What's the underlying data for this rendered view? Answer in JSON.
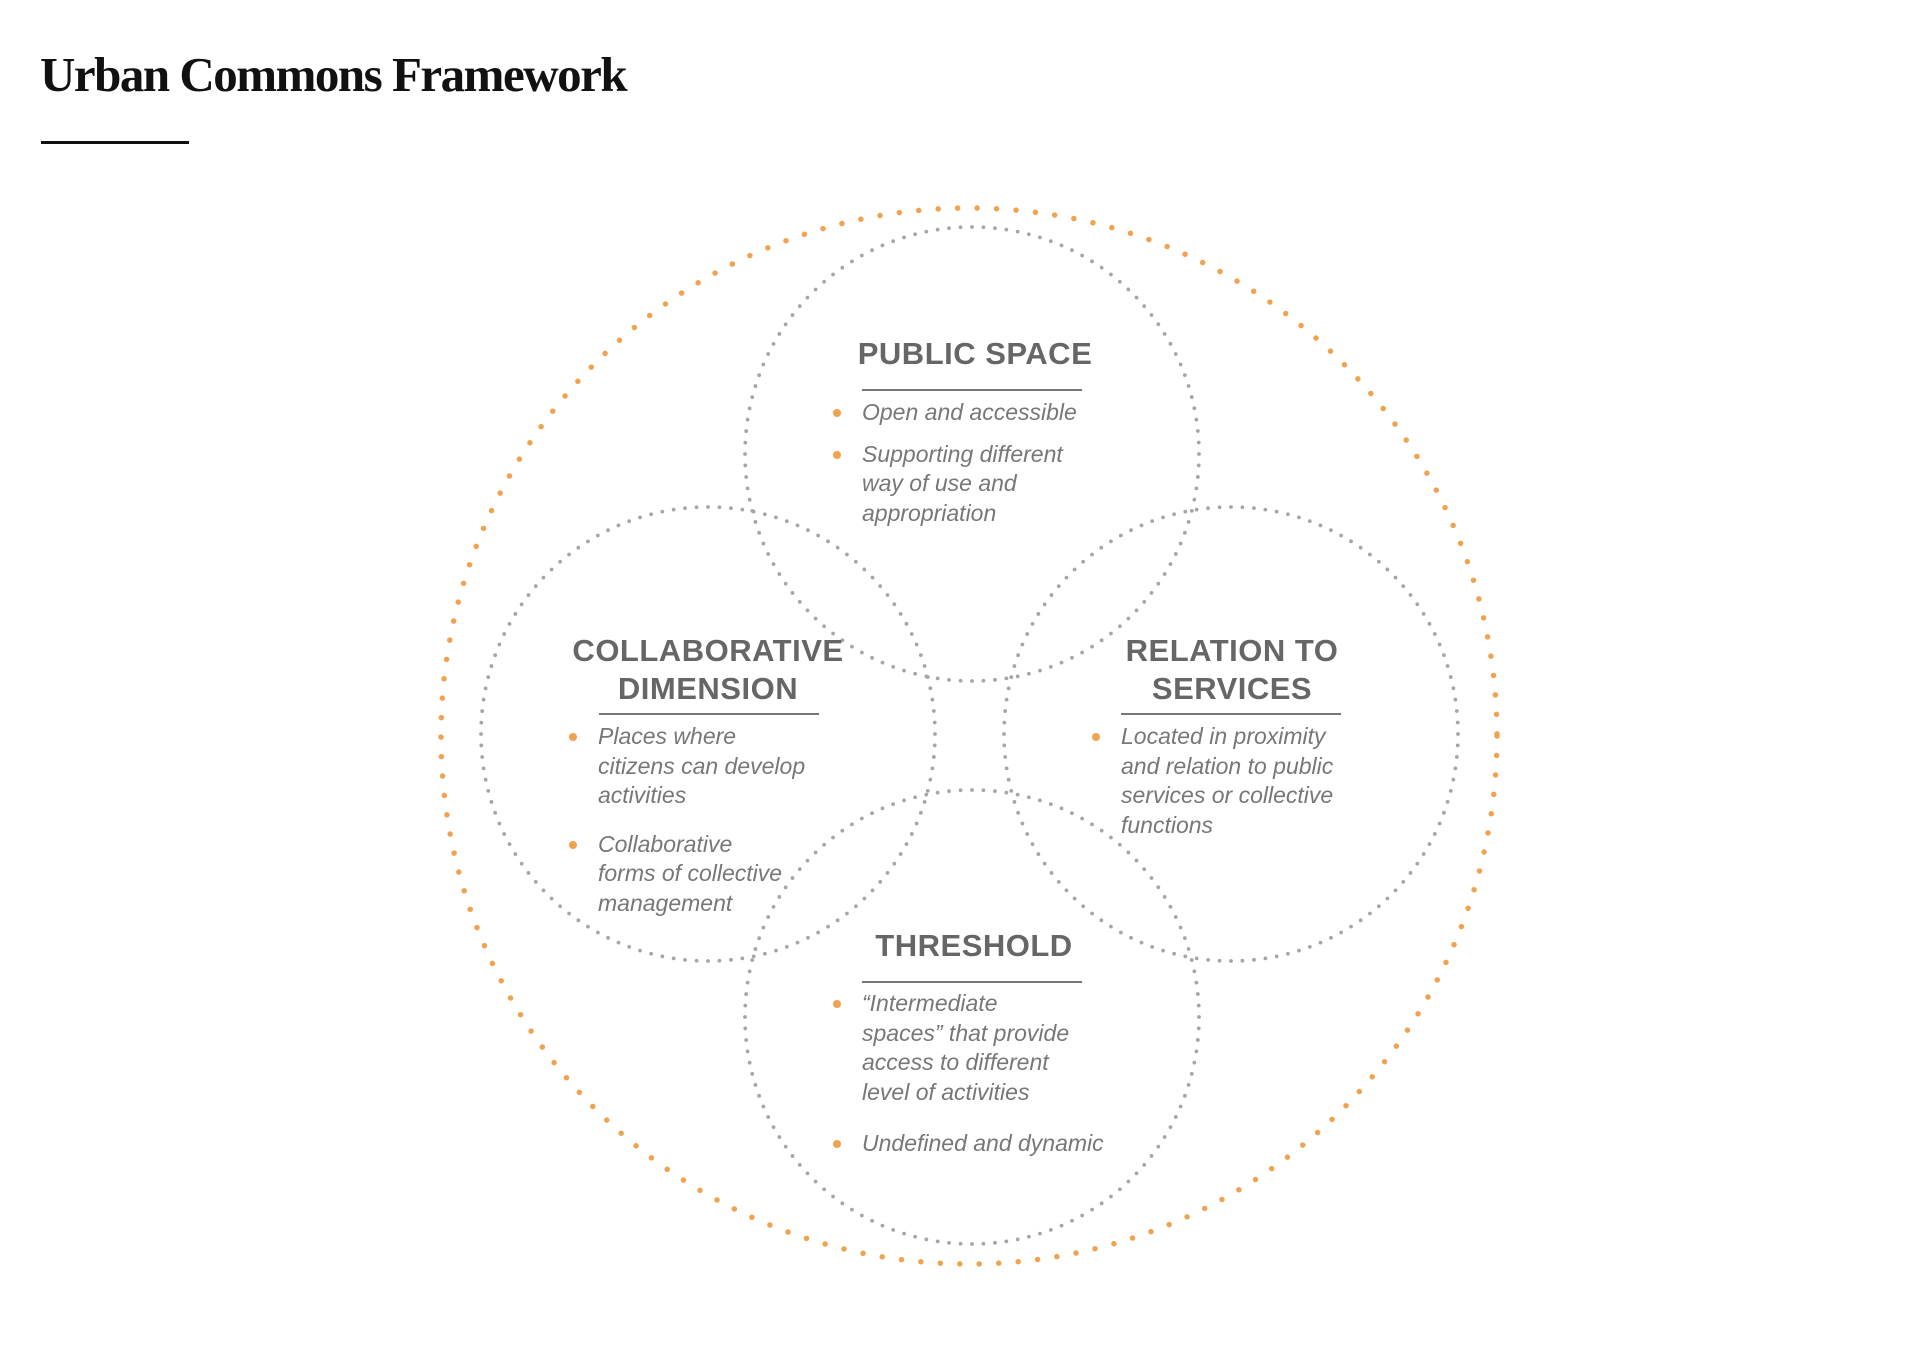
{
  "title": "Urban Commons Framework",
  "colors": {
    "accent": "#f0a24e",
    "circle": "#a6a6a6",
    "text": "#777777",
    "heading": "#666666"
  },
  "sections": {
    "public_space": {
      "heading": "PUBLIC SPACE",
      "items": [
        "Open and accessible",
        "Supporting different\nway of use and\nappropriation"
      ]
    },
    "collaborative": {
      "heading": "COLLABORATIVE\nDIMENSION",
      "items": [
        "Places where\ncitizens can develop\nactivities",
        "Collaborative\nforms of collective\nmanagement"
      ]
    },
    "services": {
      "heading": "RELATION TO\nSERVICES",
      "items": [
        "Located in proximity\nand relation to public\nservices or collective\nfunctions"
      ]
    },
    "threshold": {
      "heading": "THRESHOLD",
      "items": [
        "“Intermediate\nspaces” that provide\naccess to different\nlevel of activities",
        "Undefined and dynamic"
      ]
    }
  }
}
